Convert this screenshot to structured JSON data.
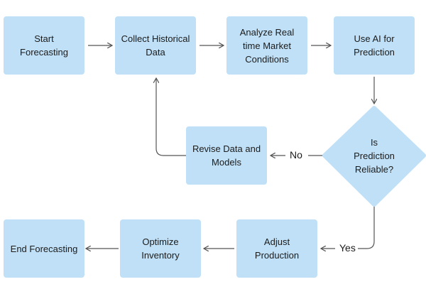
{
  "nodes": {
    "start": "Start\nForecasting",
    "collect": "Collect Historical\nData",
    "analyze": "Analyze Real\ntime Market\nConditions",
    "use_ai": "Use AI for\nPrediction",
    "decision": "Is\nPrediction\nReliable?",
    "revise": "Revise Data and\nModels",
    "adjust": "Adjust\nProduction",
    "optimize": "Optimize\nInventory",
    "end": "End Forecasting"
  },
  "edges": {
    "no_label": "No",
    "yes_label": "Yes"
  },
  "colors": {
    "node_fill": "#bfe0f7",
    "line": "#555555"
  }
}
